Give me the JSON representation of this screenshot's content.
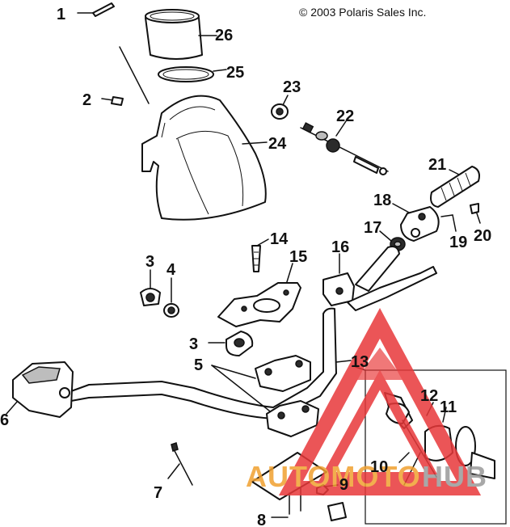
{
  "copyright": "© 2003 Polaris Sales Inc.",
  "callouts": {
    "c1": "1",
    "c2": "2",
    "c3a": "3",
    "c3b": "3",
    "c4": "4",
    "c5": "5",
    "c6": "6",
    "c7": "7",
    "c8": "8",
    "c9": "9",
    "c10": "10",
    "c11": "11",
    "c12": "12",
    "c13": "13",
    "c14": "14",
    "c15": "15",
    "c16": "16",
    "c17": "17",
    "c18": "18",
    "c19": "19",
    "c20": "20",
    "c21": "21",
    "c22": "22",
    "c23": "23",
    "c24": "24",
    "c25": "25",
    "c26": "26"
  },
  "watermark": {
    "text_part1": "AUTOMOTO",
    "text_part2": "HUB",
    "color_red": "#e8383a",
    "color_orange": "#f0a030",
    "color_grey": "#9a9a9a"
  }
}
